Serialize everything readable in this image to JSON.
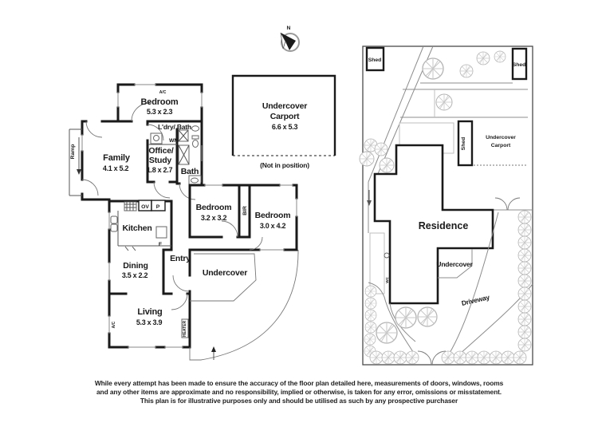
{
  "compass": {
    "north": "N"
  },
  "floorplan": {
    "bedroom1": {
      "ac": "A/C",
      "name": "Bedroom",
      "dims": "5.3 x 2.3"
    },
    "ldry": {
      "label": "L'dry/ Bath",
      "wm": "WM"
    },
    "office": {
      "line1": "Office/",
      "line2": "Study",
      "dims": "1.8 x 2.7"
    },
    "bath": {
      "name": "Bath"
    },
    "family": {
      "name": "Family",
      "dims": "4.1 x 5.2"
    },
    "ramp": {
      "name": "Ramp"
    },
    "kitchen": {
      "name": "Kitchen",
      "ov": "OV",
      "p": "P",
      "f": "F"
    },
    "dining": {
      "name": "Dining",
      "dims": "3.5 x 2.2"
    },
    "entry": {
      "name": "Entry"
    },
    "living": {
      "name": "Living",
      "dims": "5.3 x 3.9",
      "ac": "A/C",
      "heater": "HEATER"
    },
    "bedroom2": {
      "name": "Bedroom",
      "dims": "3.2 x 3.2"
    },
    "bir": {
      "name": "BIR"
    },
    "bedroom3": {
      "name": "Bedroom",
      "dims": "3.0 x 4.2"
    },
    "undercover": {
      "name": "Undercover"
    },
    "carport": {
      "line1": "Undercover",
      "line2": "Carport",
      "dims": "6.6 x 5.3",
      "note": "(Not in position)"
    }
  },
  "siteplan": {
    "shed_top_left": "Shed",
    "shed_top_right": "Shed",
    "shed_middle": "Shed",
    "carport_line1": "Undercover",
    "carport_line2": "Carport",
    "residence": "Residence",
    "undercover": "Undercover",
    "driveway": "Driveway",
    "wc": "WC"
  },
  "disclaimer": {
    "line1": "While every attempt has been made to ensure the accuracy of the floor plan detailed here, measurements of doors, windows, rooms",
    "line2": "and any other items are approximate and no responsibility, implied or otherwise, is taken for any error, omissions or misstatement.",
    "line3": "This plan is for illustrative purposes only and should be utilised as such by any prospective purchaser"
  }
}
